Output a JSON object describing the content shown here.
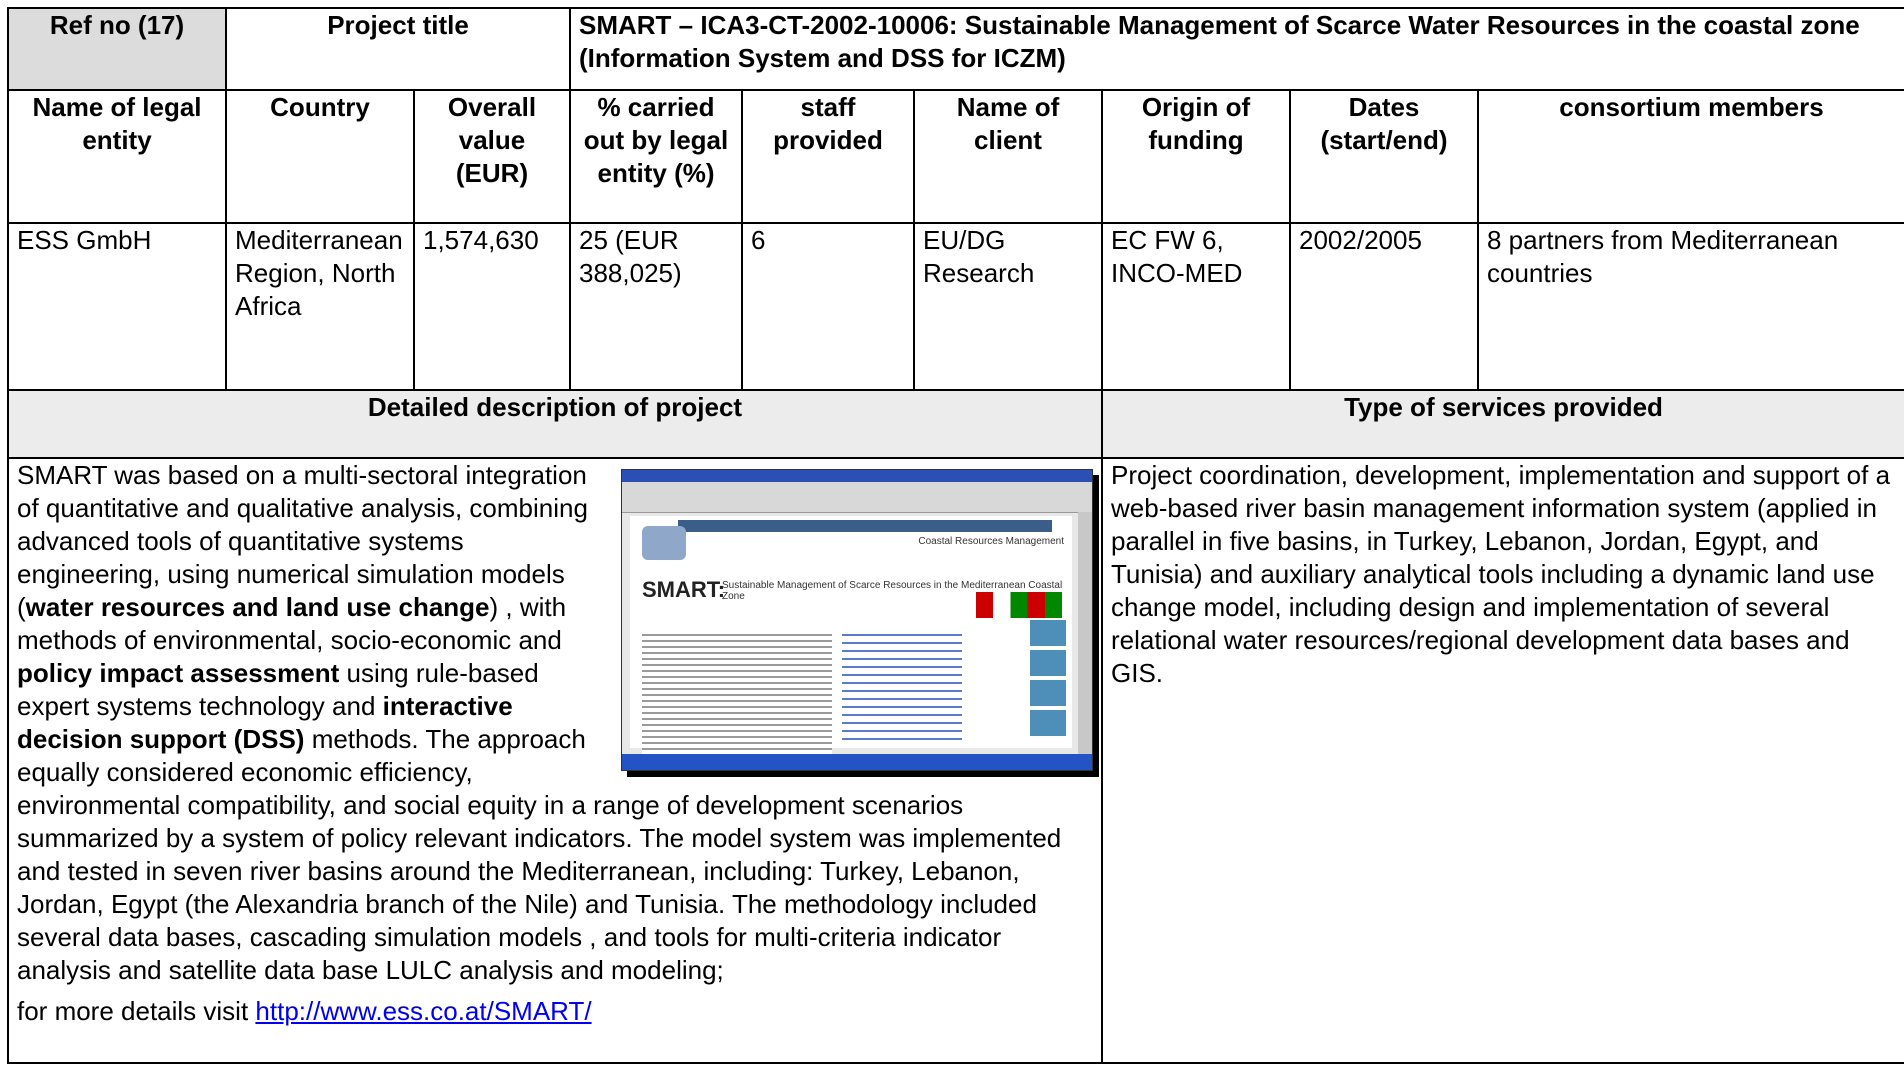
{
  "header": {
    "ref_label": "Ref no (17)",
    "project_title_label": "Project title",
    "project_title": "SMART – ICA3-CT-2002-10006: Sustainable Management of Scarce Water Resources in the coastal zone (Information System and DSS for ICZM)"
  },
  "columns": [
    "Name of legal entity",
    "Country",
    "Overall value (EUR)",
    "% carried out by legal entity (%)",
    "staff provided",
    "Name of client",
    "Origin of funding",
    "Dates (start/end)",
    "consortium members"
  ],
  "row": [
    "ESS GmbH",
    "Mediterranean Region, North Africa",
    "1,574,630",
    "25 (EUR 388,025)",
    "6",
    "EU/DG Research",
    "EC FW 6, INCO-MED",
    "2002/2005",
    "8 partners from Mediterranean countries"
  ],
  "description": {
    "heading": "Detailed description of project",
    "t1": "SMART was based on a multi-sectoral integration of quantitative and qualitative analysis, combining advanced tools of quantitative systems engineering, using numerical simulation models (",
    "b1": "water resources and land use change",
    "t2": ") , with methods of environmental, socio-economic and ",
    "b2": "policy impact assessment",
    "t3": " using rule-based expert systems technology and ",
    "b3": "interactive decision support  (DSS)",
    "t4": " methods. The approach equally considered economic efficiency, environmental compatibility, and social equity in a range of development scenarios summarized by a system of policy relevant indicators. The model system was implemented and tested in seven river basins around the Mediterranean, including: Turkey, Lebanon, Jordan, Egypt (the Alexandria branch of the Nile) and Tunisia. The methodology included several data bases, cascading simulation models , and tools for  multi-criteria indicator analysis and satellite data base LULC analysis and modeling;",
    "more_prefix": "for more details visit ",
    "link": "http://www.ess.co.at/SMART/",
    "screenshot": {
      "logo": "SMART:",
      "subtitle": "Sustainable Management of Scarce Resources in the Mediterranean Coastal Zone",
      "side": "Coastal Resources Management"
    }
  },
  "services": {
    "heading": "Type of services provided",
    "text": "Project coordination, development, implementation and support of a web-based river basin management information system (applied in parallel in five basins, in Turkey, Lebanon, Jordan, Egypt, and Tunisia) and auxiliary analytical tools including a dynamic land use change model, including design and implementation of several relational water resources/regional development data bases and GIS."
  }
}
